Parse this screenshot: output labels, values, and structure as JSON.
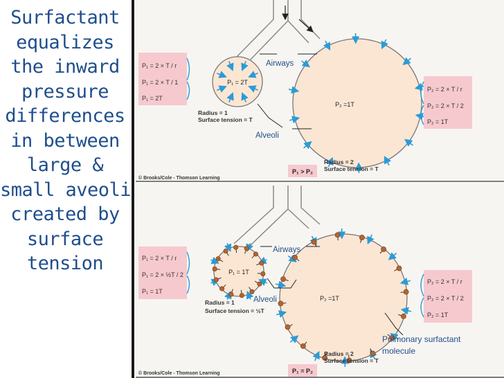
{
  "title_lines": [
    "Surfactant",
    "equalizes",
    "the inward",
    "pressure",
    "differences",
    "in between",
    "large &",
    "small aveoli",
    "created by",
    "surface",
    "tension"
  ],
  "colors": {
    "title": "#1f4e8c",
    "alveolus_fill": "#fbe6d4",
    "arrow": "#2b9bd7",
    "formula_box": "#f6c9cf",
    "surfactant": "#b5642f",
    "callout_text": "#1f4e8c"
  },
  "top_panel": {
    "formula_left": [
      "P₁ = 2 × T / r",
      "P₁ = 2 × T / 1",
      "P₁ = 2T"
    ],
    "formula_right": [
      "P₂ = 2 × T / r",
      "P₂ = 2 × T / 2",
      "P₂ = 1T"
    ],
    "small_pressure": "P₁ = 2T",
    "large_pressure": "P₂ =1T",
    "airways_label": "Airways",
    "alveoli_label": "Alveoli",
    "small_radius": "Radius = 1",
    "small_tension": "Surface tension = T",
    "large_radius": "Radius = 2",
    "large_tension": "Surface tension = T",
    "comparison": "P₁ > P₂",
    "credit": "© Brooks/Cole - Thomson Learning"
  },
  "bottom_panel": {
    "formula_left": [
      "P₁ = 2 × T / r",
      "P₁ = 2 × ½T / 2",
      "P₁ = 1T"
    ],
    "formula_right": [
      "P₂ = 2 × T / r",
      "P₂ = 2 × T / 2",
      "P₂ = 1T"
    ],
    "small_pressure": "P₁ = 1T",
    "large_pressure": "P₂ =1T",
    "airways_label": "Airways",
    "alveoli_label": "Alveoli",
    "small_radius": "Radius = 1",
    "small_tension": "Surface tension = ½T",
    "large_radius": "Radius = 2",
    "large_tension": "Surface tension = T",
    "comparison": "P₁ = P₂",
    "surfactant_label_1": "Pulmonary surfactant",
    "surfactant_label_2": "molecule",
    "credit": "© Brooks/Cole - Thomson Learning"
  }
}
